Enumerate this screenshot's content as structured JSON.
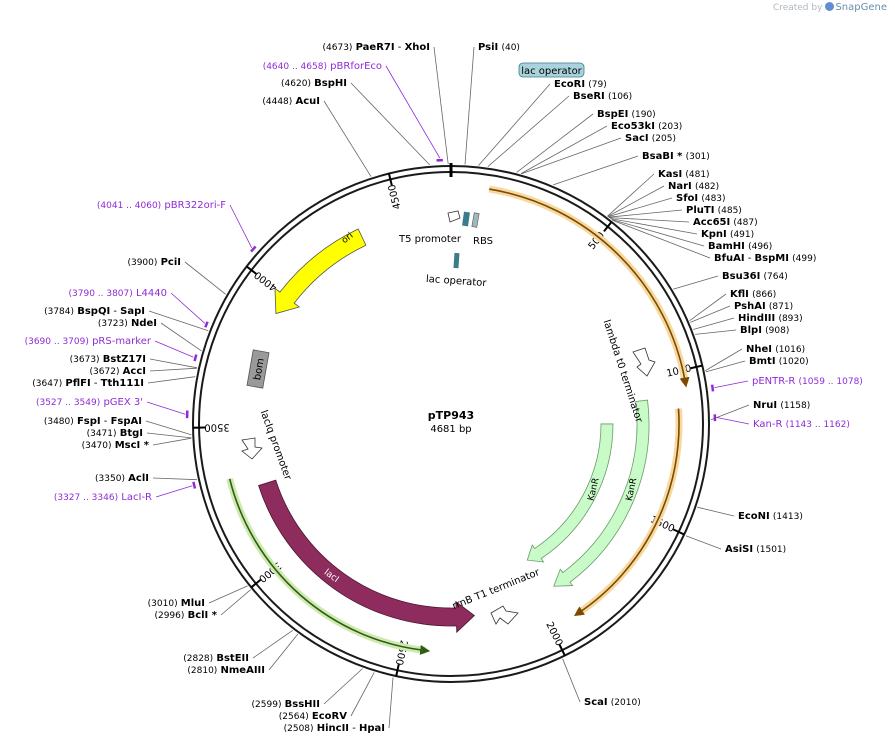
{
  "branding": {
    "created_by": "Created by",
    "product": "SnapGene"
  },
  "plasmid": {
    "name": "pTP943",
    "size": "4681 bp"
  },
  "ticks": [
    "500",
    "1000",
    "1500",
    "2000",
    "2500",
    "3000",
    "3500",
    "4000",
    "4500"
  ],
  "sites": {
    "paer7i": {
      "name": "PaeR7I",
      "pos": "(4673)"
    },
    "xhoi": {
      "name": "XhoI"
    },
    "psii": {
      "name": "PsiI",
      "pos": "(40)"
    },
    "pbrforeco": {
      "name": "pBRforEco",
      "pos": "(4640 .. 4658)"
    },
    "lacop_label": {
      "name": "lac operator"
    },
    "bsphi": {
      "name": "BspHI",
      "pos": "(4620)"
    },
    "ecori": {
      "name": "EcoRI",
      "pos": "(79)"
    },
    "bseri": {
      "name": "BseRI",
      "pos": "(106)"
    },
    "acui": {
      "name": "AcuI",
      "pos": "(4448)"
    },
    "bspei": {
      "name": "BspEI",
      "pos": "(190)"
    },
    "eco53ki": {
      "name": "Eco53kI",
      "pos": "(203)"
    },
    "saci": {
      "name": "SacI",
      "pos": "(205)"
    },
    "bsabi": {
      "name": "BsaBI",
      "star": "*",
      "pos": "(301)"
    },
    "kasi": {
      "name": "KasI",
      "pos": "(481)"
    },
    "nari": {
      "name": "NarI",
      "pos": "(482)"
    },
    "sfoi": {
      "name": "SfoI",
      "pos": "(483)"
    },
    "plutI": {
      "name": "PluTI",
      "pos": "(485)"
    },
    "acc65i": {
      "name": "Acc65I",
      "pos": "(487)"
    },
    "kpni": {
      "name": "KpnI",
      "pos": "(491)"
    },
    "bamhi": {
      "name": "BamHI",
      "pos": "(496)"
    },
    "bfuai": {
      "name": "BfuAI",
      "pos": "(499)"
    },
    "bspmi": {
      "name": "BspMI"
    },
    "pbr322ori": {
      "name": "pBR322ori-F",
      "pos": "(4041 .. 4060)"
    },
    "pcii": {
      "name": "PciI",
      "pos": "(3900)"
    },
    "bsu36i": {
      "name": "Bsu36I",
      "pos": "(764)"
    },
    "kfli": {
      "name": "KflI",
      "pos": "(866)"
    },
    "pshai": {
      "name": "PshAI",
      "pos": "(871)"
    },
    "hindiii": {
      "name": "HindIII",
      "pos": "(893)"
    },
    "blpi": {
      "name": "BlpI",
      "pos": "(908)"
    },
    "l4440": {
      "name": "L4440",
      "pos": "(3790 .. 3807)"
    },
    "bspqi": {
      "name": "BspQI",
      "pos": "(3784)"
    },
    "sapi": {
      "name": "SapI"
    },
    "ndei": {
      "name": "NdeI",
      "pos": "(3723)"
    },
    "prsmarker": {
      "name": "pRS-marker",
      "pos": "(3690 .. 3709)"
    },
    "nhei": {
      "name": "NheI",
      "pos": "(1016)"
    },
    "bmti": {
      "name": "BmtI",
      "pos": "(1020)"
    },
    "bstz17i": {
      "name": "BstZ17I",
      "pos": "(3673)"
    },
    "acci": {
      "name": "AccI",
      "pos": "(3672)"
    },
    "pflfi": {
      "name": "PflFI",
      "pos": "(3647)"
    },
    "tth111i": {
      "name": "Tth111I"
    },
    "pentr": {
      "name": "pENTR-R",
      "pos": "(1059 .. 1078)"
    },
    "pgex3": {
      "name": "pGEX 3'",
      "pos": "(3527 .. 3549)"
    },
    "nrui": {
      "name": "NruI",
      "pos": "(1158)"
    },
    "kanr_primer": {
      "name": "Kan-R",
      "pos": "(1143 .. 1162)"
    },
    "fspi": {
      "name": "FspI",
      "pos": "(3480)"
    },
    "fspai": {
      "name": "FspAI"
    },
    "btgi": {
      "name": "BtgI",
      "pos": "(3471)"
    },
    "msci": {
      "name": "MscI",
      "star": "*",
      "pos": "(3470)"
    },
    "acli": {
      "name": "AclI",
      "pos": "(3350)"
    },
    "laci_r": {
      "name": "LacI-R",
      "pos": "(3327 .. 3346)"
    },
    "ecoNI": {
      "name": "EcoNI",
      "pos": "(1413)"
    },
    "asisi": {
      "name": "AsiSI",
      "pos": "(1501)"
    },
    "mlui": {
      "name": "MluI",
      "pos": "(3010)"
    },
    "bcli": {
      "name": "BclI",
      "star": "*",
      "pos": "(2996)"
    },
    "bsteii": {
      "name": "BstEII",
      "pos": "(2828)"
    },
    "nmeaiii": {
      "name": "NmeAIII",
      "pos": "(2810)"
    },
    "scai": {
      "name": "ScaI",
      "pos": "(2010)"
    },
    "bsshii": {
      "name": "BssHII",
      "pos": "(2599)"
    },
    "ecorv": {
      "name": "EcoRV",
      "pos": "(2564)"
    },
    "hincii": {
      "name": "HincII",
      "pos": "(2508)"
    },
    "hpai": {
      "name": "HpaI"
    }
  },
  "features": {
    "t5_promoter": "T5 promoter",
    "rbs": "RBS",
    "lac_operator": "lac operator",
    "ori": "ori",
    "bom": "bom",
    "lambda_t0": "lambda t0 terminator",
    "laciq_promoter": "lacIq promoter",
    "laci": "lacI",
    "kanr_inner": "KanR",
    "kanr_outer": "KanR",
    "rrnb_t1": "rrnB T1 terminator"
  },
  "colors": {
    "backbone": "#1a1a1a",
    "primer": "#8f2bd6",
    "ori": "#ffff00",
    "laci": "#8e2c5e",
    "kanr": "#c8fbc8",
    "lacop_feature": "#3a7c8c",
    "bom": "#9a9a9a",
    "orf_orange": "#e8a62e",
    "orf_green": "#96c85a"
  }
}
